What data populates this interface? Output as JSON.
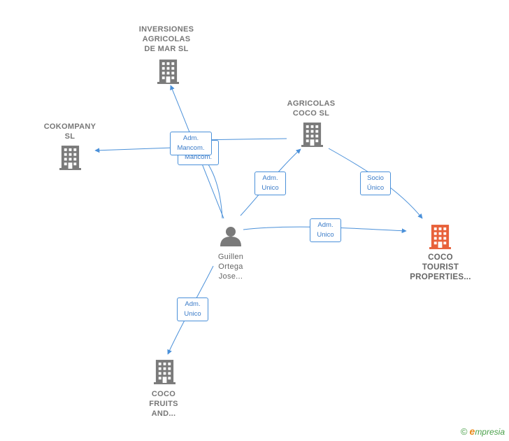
{
  "nodes": {
    "inversiones": {
      "lines": [
        "INVERSIONES",
        "AGRICOLAS",
        "DE MAR  SL"
      ]
    },
    "cokompany": {
      "lines": [
        "COKOMPANY",
        "SL"
      ]
    },
    "agricolas_coco": {
      "lines": [
        "AGRICOLAS",
        "COCO  SL"
      ]
    },
    "coco_tourist": {
      "lines": [
        "COCO",
        "TOURIST",
        "PROPERTIES..."
      ]
    },
    "person": {
      "lines": [
        "Guillen",
        "Ortega",
        "Jose..."
      ]
    },
    "coco_fruits": {
      "lines": [
        "COCO",
        "FRUITS",
        "AND..."
      ]
    }
  },
  "edges": {
    "adm_mancom_front": {
      "lines": [
        "Adm.",
        "Mancom."
      ]
    },
    "adm_mancom_back": {
      "lines": [
        "Mancom."
      ]
    },
    "adm_unico_agricolas": {
      "lines": [
        "Adm.",
        "Unico"
      ]
    },
    "socio_unico": {
      "lines": [
        "Socio",
        "Único"
      ]
    },
    "adm_unico_tourist": {
      "lines": [
        "Adm.",
        "Unico"
      ]
    },
    "adm_unico_fruits": {
      "lines": [
        "Adm.",
        "Unico"
      ]
    }
  },
  "colors": {
    "edge": "#4a90d9",
    "building": "#7a7a7a",
    "building_main": "#e8613a",
    "person": "#7a7a7a"
  },
  "brand": {
    "copyright": "©",
    "e": "e",
    "rest": "mpresia"
  }
}
